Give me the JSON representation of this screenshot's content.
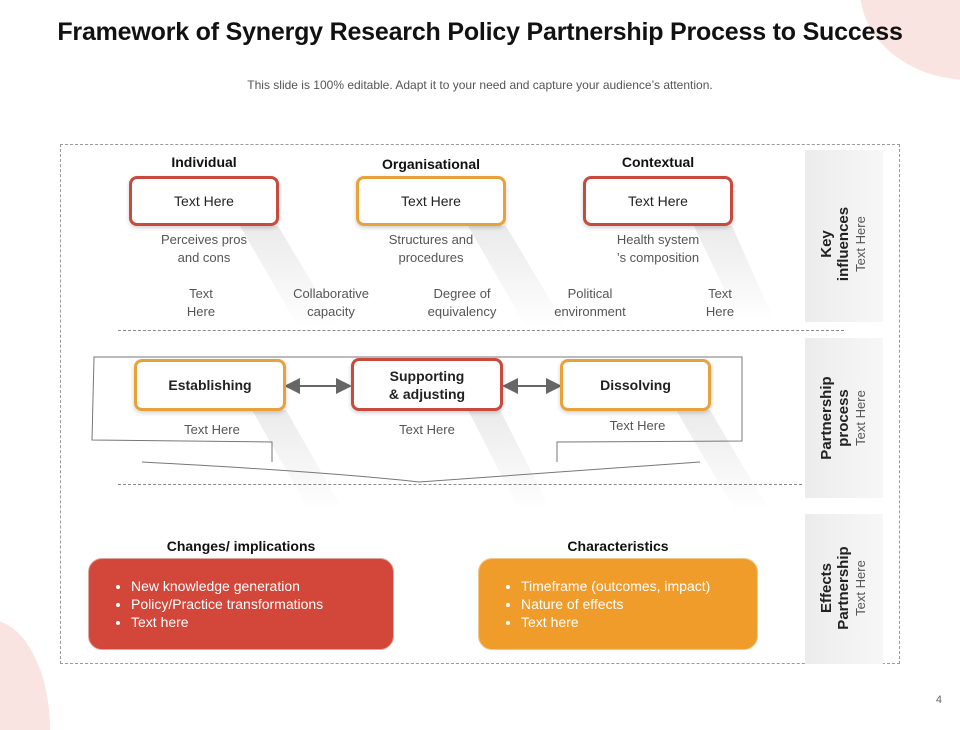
{
  "slide": {
    "title": "Framework of Synergy Research Policy Partnership Process to Success",
    "subtitle": "This slide is 100% editable. Adapt it to your need and capture your audience’s attention.",
    "page_number": "4"
  },
  "key_influences": {
    "columns": [
      {
        "header": "Individual",
        "box": "Text Here",
        "desc1": "Perceives pros",
        "desc2": "and cons"
      },
      {
        "header": "Organisational",
        "box": "Text Here",
        "desc1": "Structures and",
        "desc2": "procedures"
      },
      {
        "header": "Contextual",
        "box": "Text Here",
        "desc1": "Health system",
        "desc2": "’s composition"
      }
    ],
    "labels": [
      {
        "l1": "Text",
        "l2": "Here"
      },
      {
        "l1": "Collaborative",
        "l2": "capacity"
      },
      {
        "l1": "Degree of",
        "l2": "equivalency"
      },
      {
        "l1": "Political",
        "l2": "environment"
      },
      {
        "l1": "Text",
        "l2": "Here"
      }
    ]
  },
  "partnership_process": {
    "steps": [
      {
        "l1": "Establishing",
        "l2": "",
        "caption": "Text Here"
      },
      {
        "l1": "Supporting",
        "l2": "& adjusting",
        "caption": "Text Here"
      },
      {
        "l1": "Dissolving",
        "l2": "",
        "caption": "Text Here"
      }
    ]
  },
  "effects": {
    "changes": {
      "header": "Changes/ implications",
      "bullets": [
        "New knowledge generation",
        "Policy/Practice transformations",
        "Text here"
      ]
    },
    "characteristics": {
      "header": "Characteristics",
      "bullets": [
        "Timeframe (outcomes, impact)",
        "Nature of effects",
        "Text here"
      ]
    }
  },
  "side_labels": {
    "key": {
      "l1": "Key",
      "l2": "influences",
      "note": "Text Here"
    },
    "process": {
      "l1": "Partnership",
      "l2": "process",
      "note": "Text Here"
    },
    "effects": {
      "l1": "Effects",
      "l2": "Partnership",
      "note": "Text Here"
    }
  },
  "colors": {
    "red": "#c94a3c",
    "orange": "#e9a23a",
    "card_red": "#d2473a",
    "card_orange": "#f09c2a"
  }
}
